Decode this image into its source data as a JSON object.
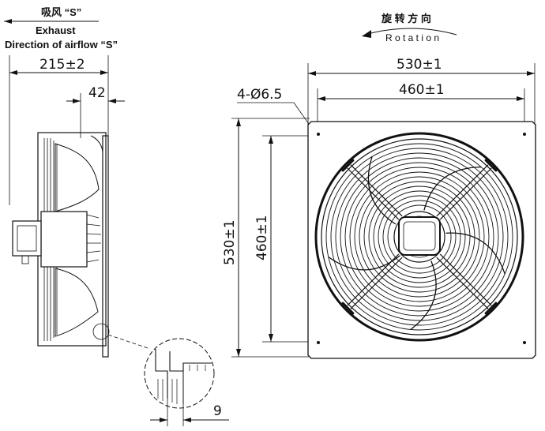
{
  "airflow": {
    "chinese": "吸风 “S”",
    "exhaust": "Exhaust",
    "direction": "Direction of airflow “S”"
  },
  "rotation": {
    "chinese": "旋 转 方 向",
    "label": "R o t a t i o n"
  },
  "side_view_dims": {
    "depth_overall": "215±2",
    "flange": "42",
    "detail_gap": "9"
  },
  "front_view_dims": {
    "holes": "4-Ø6.5",
    "width_overall": "530±1",
    "width_holes": "460±1",
    "height_overall": "530±1",
    "height_holes": "460±1"
  }
}
